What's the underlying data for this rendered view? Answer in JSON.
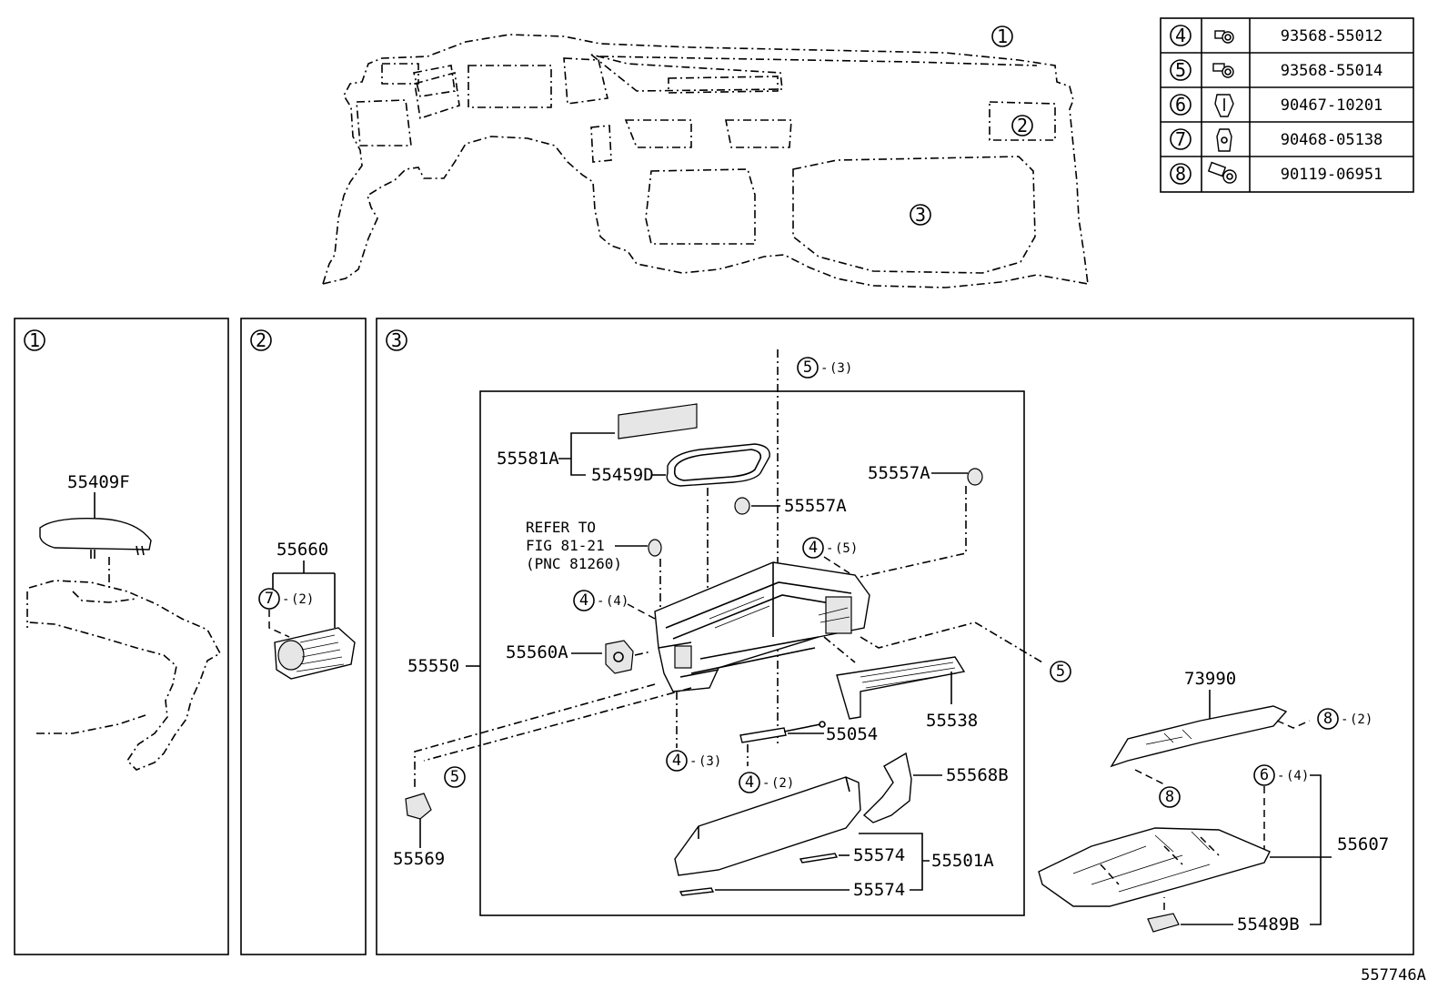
{
  "fasteners": [
    {
      "callout": "4",
      "part_no": "93568-55012",
      "icon": "bolt-washer-icon"
    },
    {
      "callout": "5",
      "part_no": "93568-55014",
      "icon": "bolt-washer-icon"
    },
    {
      "callout": "6",
      "part_no": "90467-10201",
      "icon": "clip-icon"
    },
    {
      "callout": "7",
      "part_no": "90468-05138",
      "icon": "clip-icon"
    },
    {
      "callout": "8",
      "part_no": "90119-06951",
      "icon": "bolt-washer-icon"
    }
  ],
  "overview": {
    "callouts": [
      "1",
      "2",
      "3"
    ]
  },
  "panels": [
    {
      "id": "1",
      "parts": [
        "55409F"
      ]
    },
    {
      "id": "2",
      "parts": [
        "55660"
      ],
      "notes": [
        "(2)"
      ]
    },
    {
      "id": "3"
    }
  ],
  "panel3": {
    "labels": {
      "p55581A": "55581A",
      "p55459D": "55459D",
      "p55557A_top": "55557A",
      "p55557A_mid": "55557A",
      "refer1": "REFER TO",
      "refer2": "FIG 81-21",
      "refer3": "(PNC 81260)",
      "p55560A": "55560A",
      "p55550": "55550",
      "p55538": "55538",
      "p55054": "55054",
      "p55568B": "55568B",
      "p55574a": "55574",
      "p55574b": "55574",
      "p55501A": "55501A",
      "p55569": "55569",
      "p73990": "73990",
      "p55607": "55607",
      "p55489B": "55489B"
    },
    "qty": {
      "q5_3": "(3)",
      "q4_5": "(5)",
      "q4_4": "(4)",
      "q4_3": "(3)",
      "q4_2": "(2)",
      "q8_2": "(2)",
      "q6_4": "(4)"
    }
  },
  "figure_id": "557746A"
}
